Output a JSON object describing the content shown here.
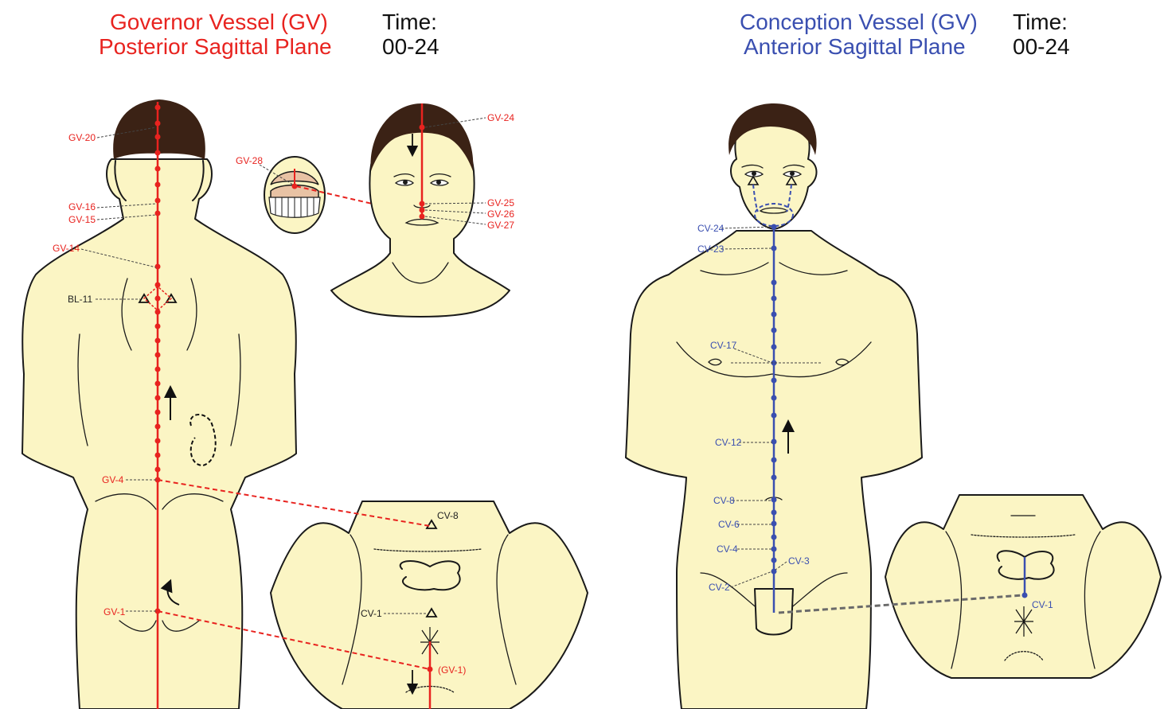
{
  "left_header": {
    "title_line1": "Governor Vessel (GV)",
    "title_line2": "Posterior Sagittal Plane",
    "time_label": "Time:",
    "time_value": "00-24"
  },
  "right_header": {
    "title_line1": "Conception Vessel (GV)",
    "title_line2": "Anterior Sagittal Plane",
    "time_label": "Time:",
    "time_value": "00-24"
  },
  "gv_points": {
    "gv20": "GV-20",
    "gv16": "GV-16",
    "gv15": "GV-15",
    "gv14": "GV-14",
    "gv4": "GV-4",
    "gv1": "GV-1",
    "gv28": "GV-28",
    "gv24": "GV-24",
    "gv25": "GV-25",
    "gv26": "GV-26",
    "gv27": "GV-27",
    "gv1_paren": "(GV-1)"
  },
  "other_points": {
    "bl11": "BL-11",
    "cv8_back": "CV-8",
    "cv1_back": "CV-1"
  },
  "cv_points": {
    "cv24": "CV-24",
    "cv23": "CV-23",
    "cv17": "CV-17",
    "cv12": "CV-12",
    "cv8": "CV-8",
    "cv6": "CV-6",
    "cv4": "CV-4",
    "cv3": "CV-3",
    "cv2": "CV-2",
    "cv1": "CV-1"
  },
  "colors": {
    "gv_channel": "#e8231f",
    "cv_channel": "#3a4fb0",
    "skin": "#fbf5c4",
    "hair": "#3b2215"
  }
}
